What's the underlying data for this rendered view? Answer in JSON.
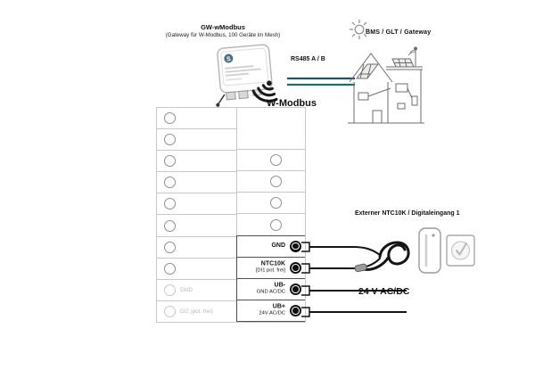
{
  "gateway": {
    "title": "GW-wModbus",
    "subtitle": "(Gateway für W-Modbus, 100 Geräte im Mesh)",
    "logo": "S"
  },
  "labels": {
    "rs485": "RS485 A / B",
    "bms": "BMS / GLT / Gateway",
    "wmodbus": "W-Modbus",
    "externer_sensor": "Externer NTC10K / Digitaleingang 1",
    "voltage": "24 V AC/DC"
  },
  "table": {
    "left_labels": {
      "gnd": "GND",
      "di2": "DI2 (pot. frei)"
    }
  },
  "terminals": [
    {
      "line1": "GND",
      "line2": ""
    },
    {
      "line1": "NTC10K",
      "line2": "[DI1 pot. frei]"
    },
    {
      "line1": "UB-",
      "line2": "GND AC/DC"
    },
    {
      "line1": "UB+",
      "line2": "24V AC/DC"
    }
  ],
  "icons": {
    "sun": "sun-icon",
    "wifi_device": "wifi-icon",
    "wifi_mesh": "wifi-icon"
  },
  "colors": {
    "rs485_line_a": "#1C566B",
    "rs485_line_b": "#17706A",
    "wifi_mesh_blue": "#6E96AD",
    "wire": "#141414",
    "table_border": "#C9C9C9",
    "muted_text": "#B9B9B9"
  }
}
